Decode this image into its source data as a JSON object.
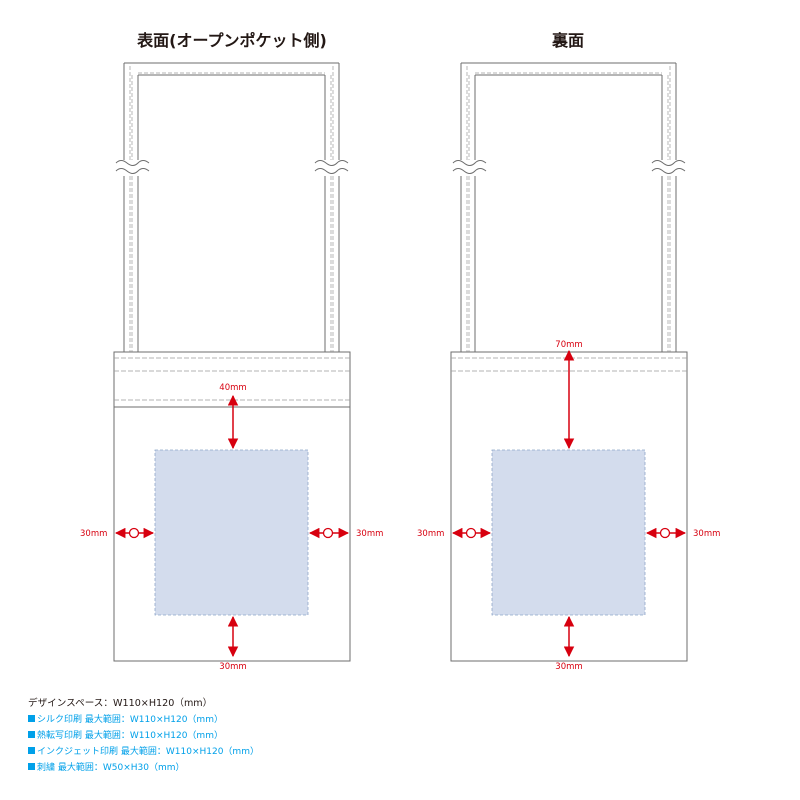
{
  "panels": {
    "front": {
      "title": "表面(オープンポケット側)"
    },
    "back": {
      "title": "裏面"
    }
  },
  "dimensions": {
    "front_top": "40mm",
    "front_left": "30mm",
    "front_right": "30mm",
    "front_bottom": "30mm",
    "back_top": "70mm",
    "back_left": "30mm",
    "back_right": "30mm",
    "back_bottom": "30mm"
  },
  "notes": {
    "design_space": "デザインスペース：W110×H120（mm）",
    "silk": "シルク印刷 最大範囲：W110×H120（mm）",
    "transfer": "熱転写印刷 最大範囲：W110×H120（mm）",
    "inkjet": "インクジェット印刷 最大範囲：W110×H120（mm）",
    "embroidery": "刺繍 最大範囲：W50×H30（mm）"
  },
  "colors": {
    "outline": "#6d6d6d",
    "dimension": "#d7000f",
    "print_area": "#d3dced",
    "note_accent": "#00a0e9"
  }
}
